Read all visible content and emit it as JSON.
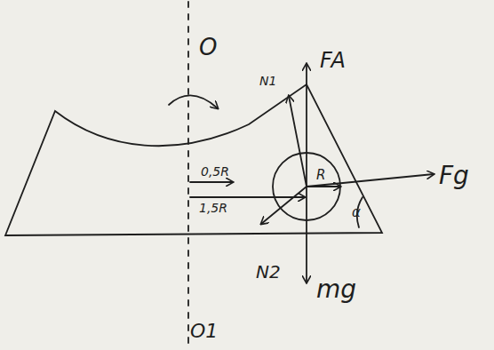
{
  "diagram": {
    "labels": [
      "O",
      "0,5R",
      "1,5R",
      "R",
      "N1",
      "FA",
      "Fg",
      "N2",
      "mg",
      "α",
      "O1"
    ]
  }
}
